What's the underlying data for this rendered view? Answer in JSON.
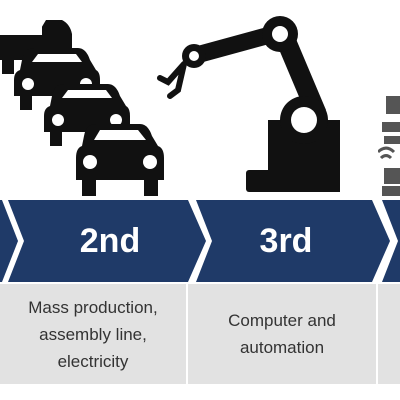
{
  "stages": [
    {
      "label": "2nd",
      "description_lines": [
        "Mass production,",
        "assembly line,",
        "electricity"
      ],
      "icon": "cars-icon"
    },
    {
      "label": "3rd",
      "description_lines": [
        "Computer and",
        "automation"
      ],
      "icon": "robot-arm-icon"
    }
  ],
  "colors": {
    "band": "#1f3a68",
    "desc_bg": "#e2e2e2",
    "icon": "#111111",
    "text_on_band": "#ffffff",
    "desc_text": "#333333"
  }
}
